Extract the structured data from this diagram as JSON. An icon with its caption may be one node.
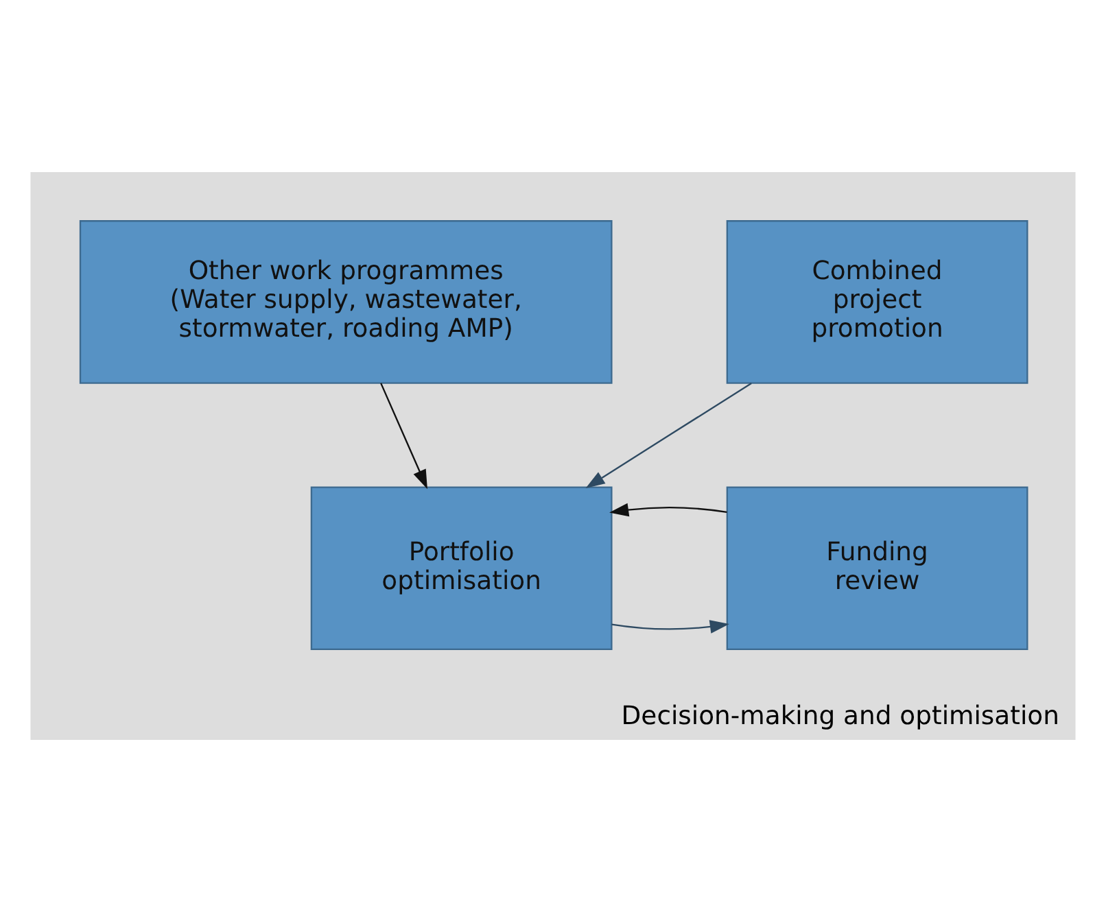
{
  "diagram": {
    "nodes": [
      {
        "text": [
          "Decision-making and optimisation"
        ]
      },
      {
        "text": [
          "Combined project promotion"
        ],
        "in": 0
      },
      {
        "text": [
          "Other work programmes (Water supply, wastewater, stormwater, roading AMP)"
        ],
        "in": 0
      },
      {
        "text": [
          "Portfolio optimisation"
        ],
        "in": 0
      },
      {
        "text": [
          "Funding review"
        ],
        "in": 0
      }
    ],
    "edges": [
      {
        "from": 1,
        "to": 3,
        "arrow": "to",
        "color": "#2e4a62"
      },
      {
        "from": 2,
        "to": 3,
        "arrow": "to",
        "color": "#111111"
      },
      {
        "from": 3,
        "to": 4,
        "arrow": "to",
        "color": "#2e4a62"
      },
      {
        "from": 4,
        "to": 3,
        "arrow": "to",
        "color": "#111111"
      }
    ]
  }
}
